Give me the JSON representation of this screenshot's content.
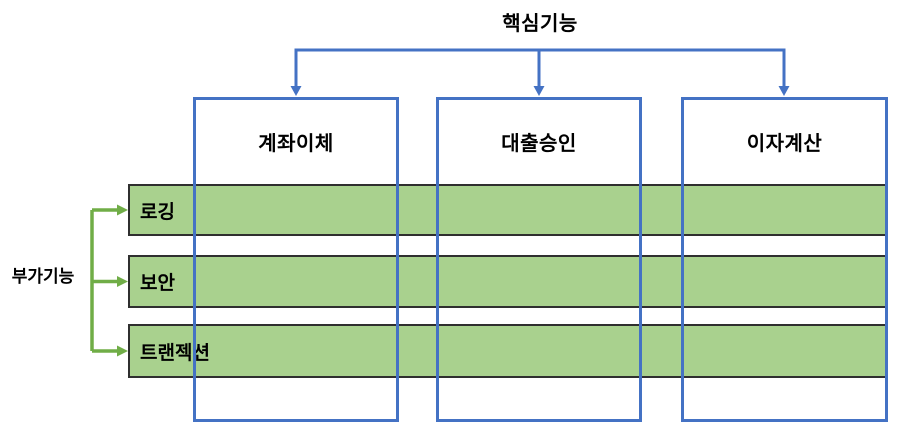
{
  "diagram": {
    "top_label": "핵심기능",
    "side_label": "부가기능",
    "core_modules": [
      {
        "label": "계좌이체"
      },
      {
        "label": "대출승인"
      },
      {
        "label": "이자계산"
      }
    ],
    "aspects": [
      {
        "label": "로깅"
      },
      {
        "label": "보안"
      },
      {
        "label": "트랜젝션"
      }
    ],
    "colors": {
      "blue": "#4472C4",
      "green_fill": "#A9D18E",
      "green_line": "#70AD47",
      "bar_border": "#2F2F2F",
      "text": "#000000",
      "bg": "#FFFFFF"
    }
  }
}
